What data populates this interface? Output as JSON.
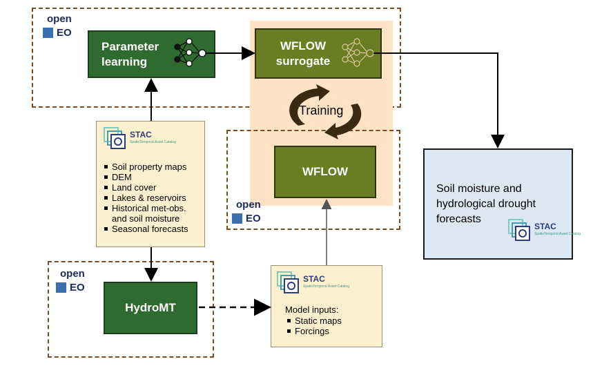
{
  "boxes": {
    "parameter_learning": "Parameter learning",
    "wflow_surrogate": "WFLOW surrogate",
    "wflow": "WFLOW",
    "hydromt": "HydroMT"
  },
  "training_label": "Training",
  "openeo": {
    "line1": "open",
    "line2": "EO"
  },
  "stac": {
    "title": "STAC",
    "subtitle": "SpatioTemporal Asset Catalog"
  },
  "data_list": [
    "Soil property maps",
    "DEM",
    "Land cover",
    "Lakes & reservoirs",
    "Historical met-obs. and soil moisture",
    "Seasonal forecasts"
  ],
  "model_inputs": {
    "heading": "Model inputs:",
    "items": [
      "Static maps",
      "Forcings"
    ]
  },
  "forecast_text": "Soil moisture and hydrological drought forecasts",
  "colors": {
    "dark_green": "#2f6b2f",
    "olive": "#6b7d22",
    "peach": "#fde2c3",
    "note": "#fdf0cf",
    "forecast_bg": "#dce8f4",
    "dash_border": "#7a4a25"
  }
}
